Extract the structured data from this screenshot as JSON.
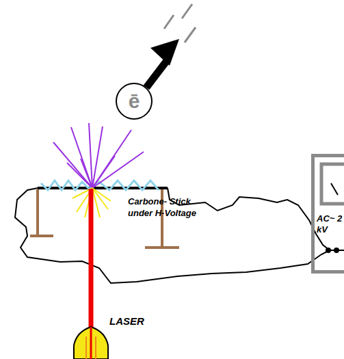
{
  "diagram": {
    "nodes": [
      {
        "text": [
          "ē"
        ]
      },
      {
        "text": [
          "AC~ 2 kV"
        ]
      }
    ],
    "labels": [
      "Carbone- Stick under H-Voltage",
      "LASER"
    ]
  }
}
